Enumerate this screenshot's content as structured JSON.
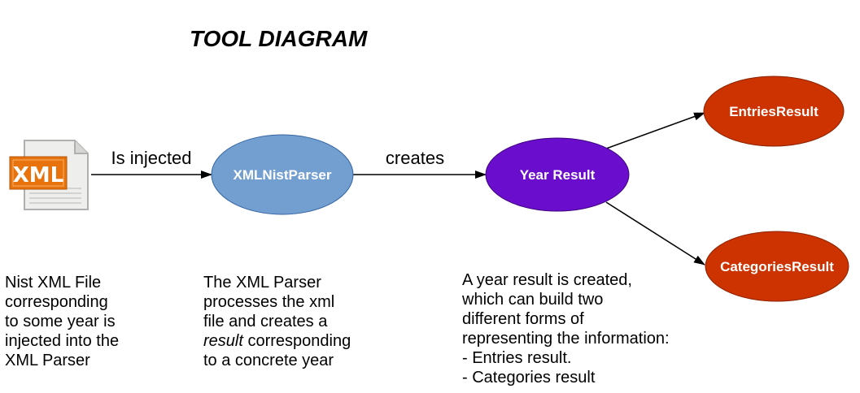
{
  "title": "TOOL DIAGRAM",
  "xml_icon_text": "XML",
  "nodes": {
    "parser": "XMLNistParser",
    "year": "Year Result",
    "entries": "EntriesResult",
    "categories": "CategoriesResult"
  },
  "edges": {
    "injected": "Is injected",
    "creates": "creates"
  },
  "captions": {
    "file": [
      "Nist XML File",
      "corresponding",
      "to some year is",
      "injected into the",
      "XML Parser"
    ],
    "parser": {
      "l1": "The XML Parser",
      "l2": "processes the xml",
      "l3": "file and creates a",
      "l4_em": "result",
      "l4_rest": " corresponding",
      "l5": "to a concrete year"
    },
    "year": [
      "A year result is created,",
      "which can build two",
      "different forms of",
      "representing the information:",
      "- Entries result.",
      "- Categories result"
    ]
  },
  "colors": {
    "parser": "#729fcf",
    "year": "#6a0dcc",
    "result": "#cc3300",
    "xml_orange": "#e8730d"
  }
}
